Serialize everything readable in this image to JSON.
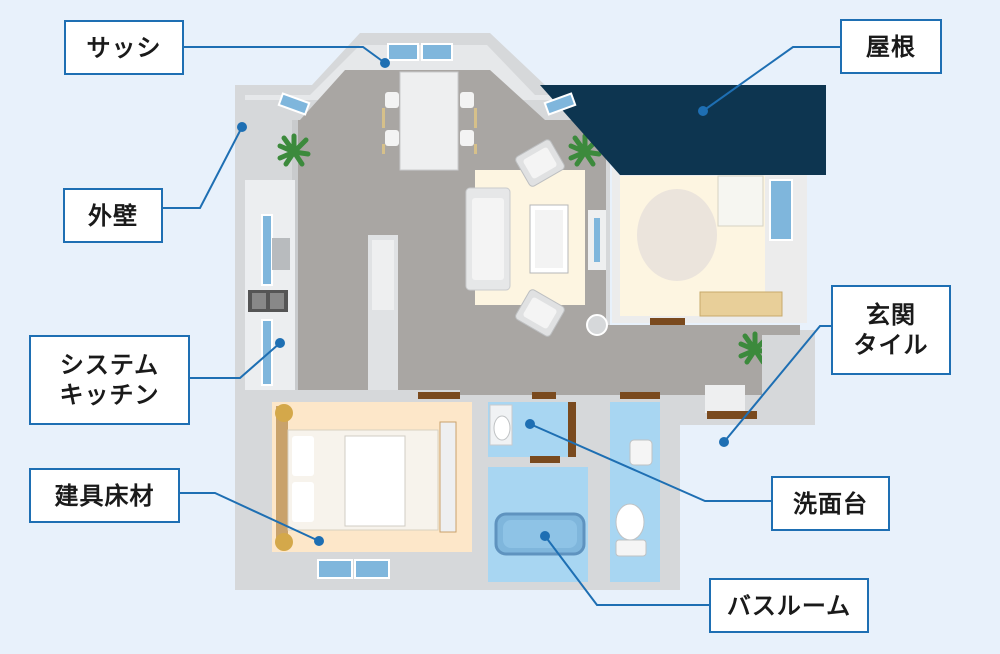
{
  "labels": {
    "sash": "サッシ",
    "roof": "屋根",
    "exterior_wall": "外壁",
    "system_kitchen_line1": "システム",
    "system_kitchen_line2": "キッチン",
    "entrance_tile_line1": "玄関",
    "entrance_tile_line2": "タイル",
    "fixtures_flooring": "建具床材",
    "washstand": "洗面台",
    "bathroom": "バスルーム"
  },
  "colors": {
    "background": "#e8f1fb",
    "wall": "#d4d6d8",
    "floor_gray": "#a9a6a3",
    "room_cream": "#fdf5e1",
    "bath_blue": "#a8d6f2",
    "roof_navy": "#0d3550",
    "window_blue": "#7fb6dc",
    "leader_line": "#1e6fb3",
    "label_border": "#1e6fb3",
    "floor_wood": "#c9a26b",
    "door_brown": "#7a4a1e"
  }
}
